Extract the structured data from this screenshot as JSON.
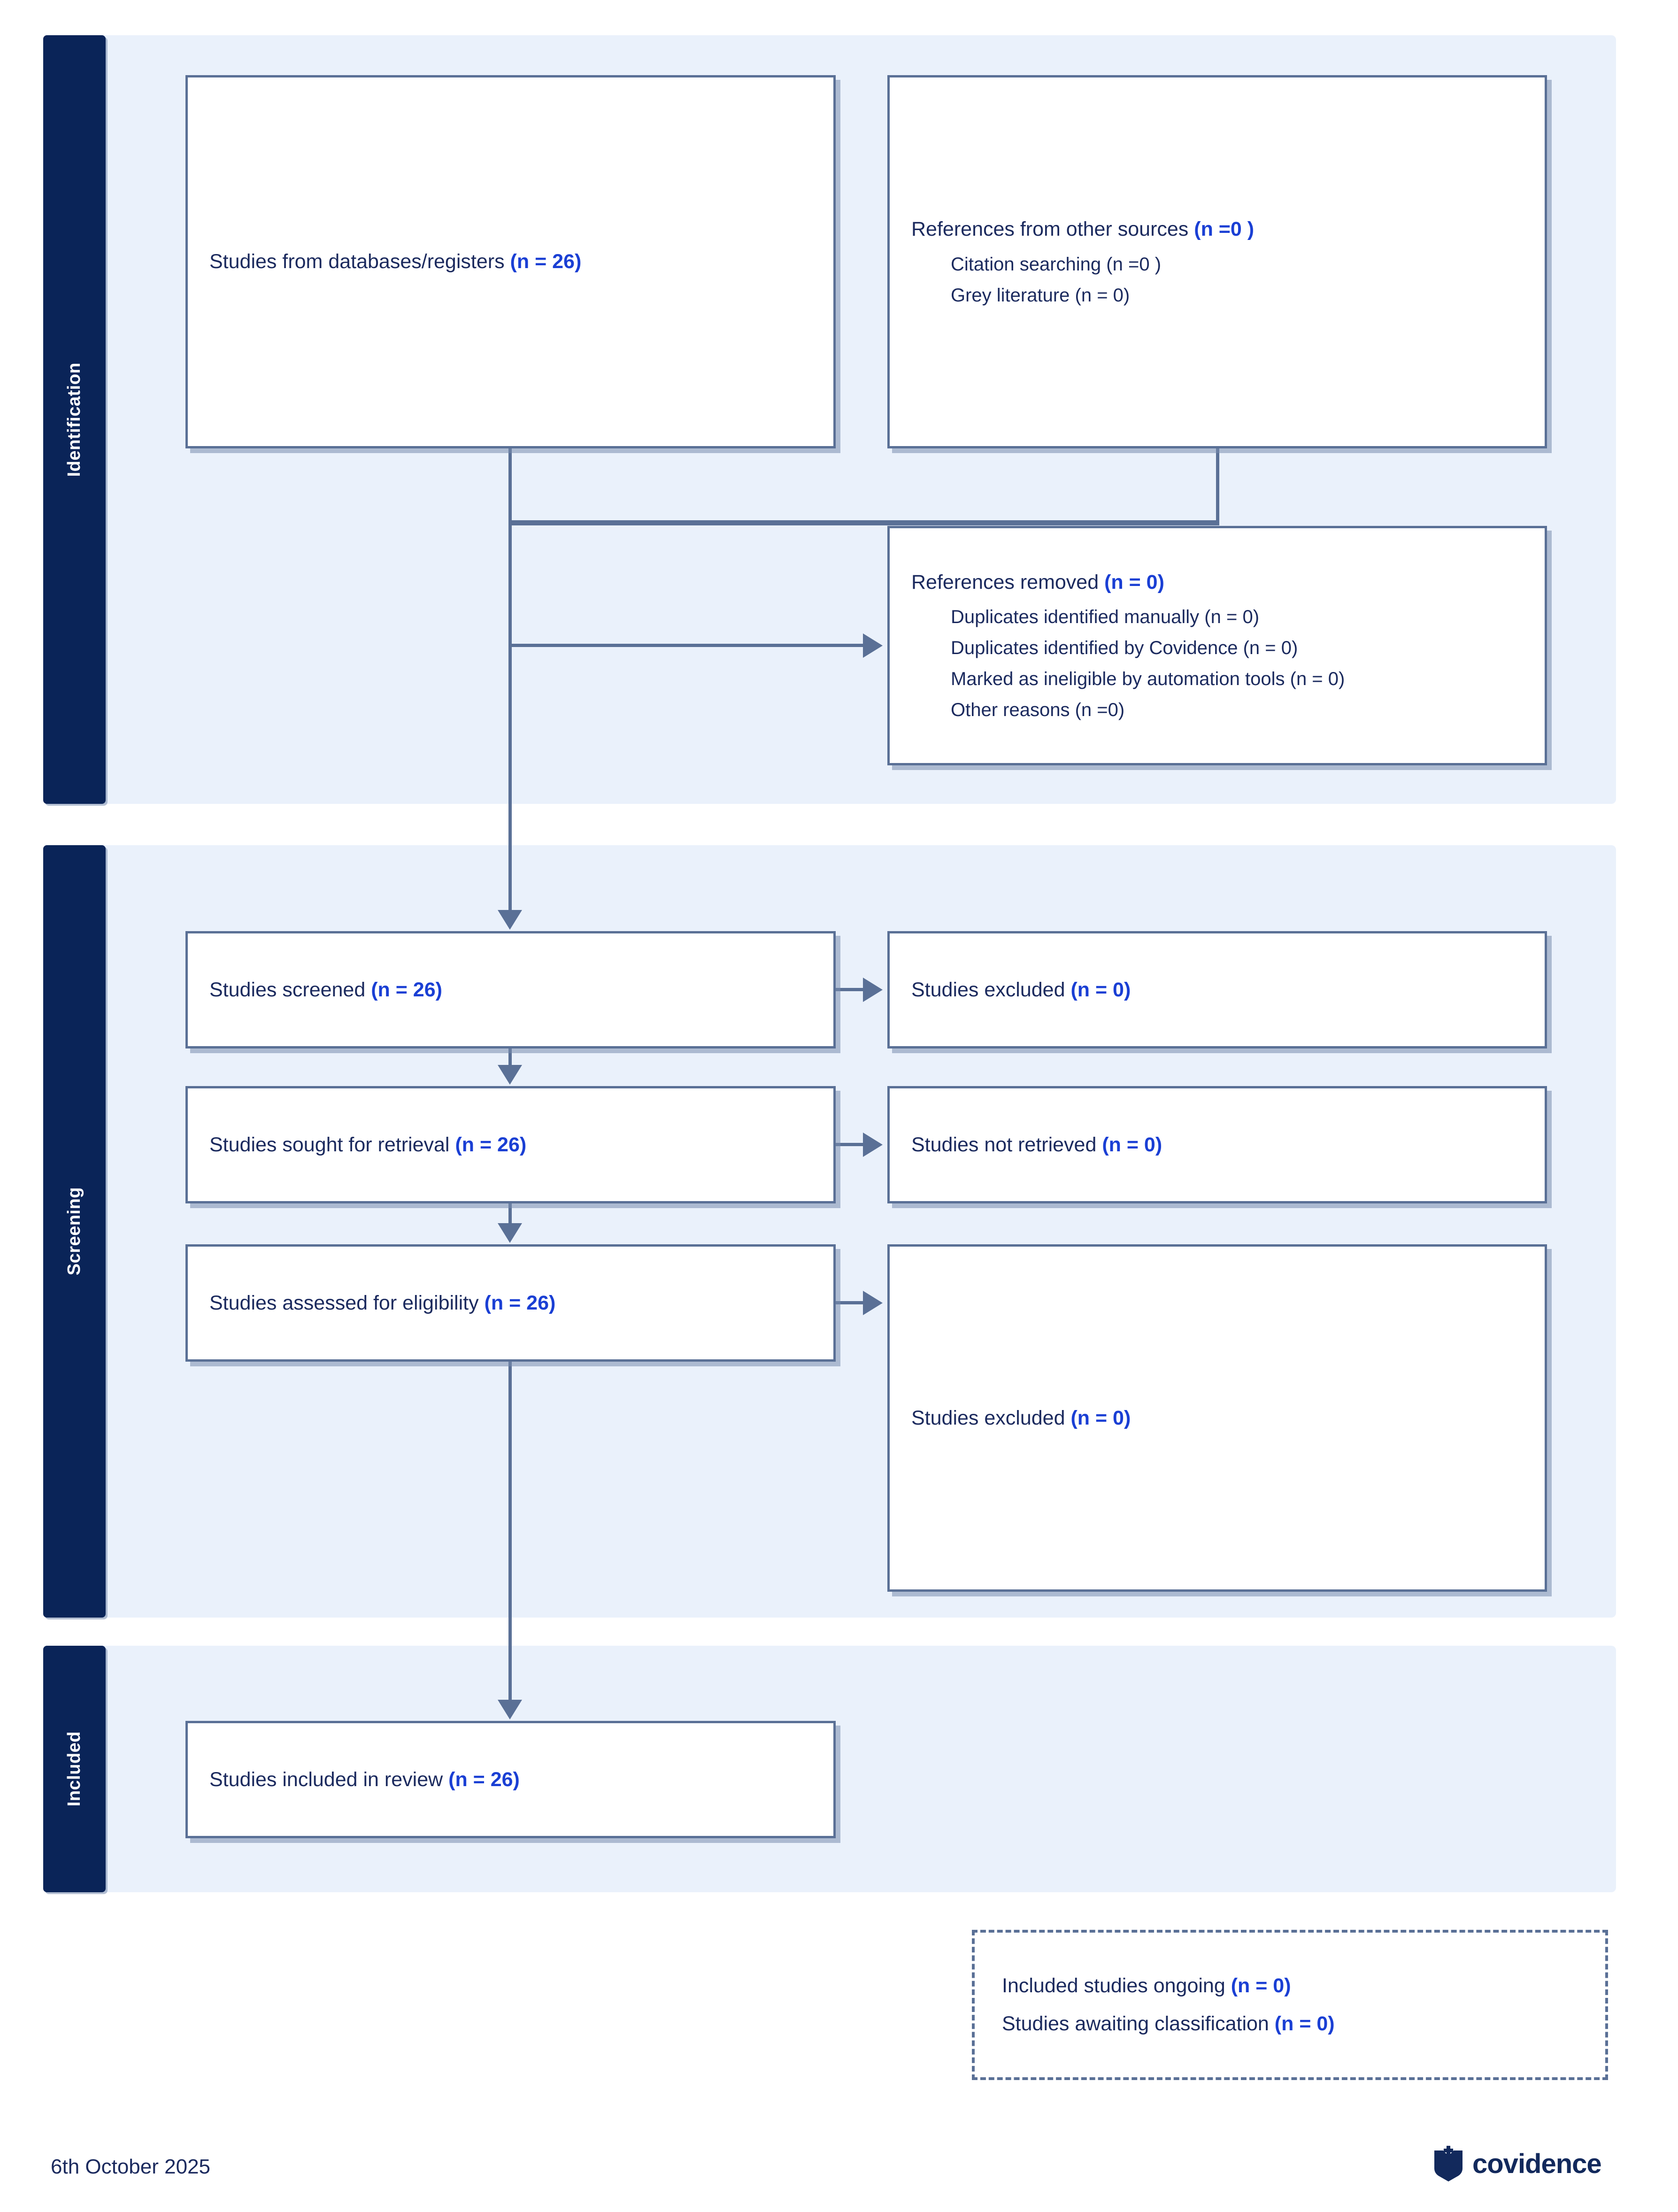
{
  "diagram": {
    "title": "PRISMA flow diagram",
    "sections": [
      {
        "key": "identification",
        "label": "Identification"
      },
      {
        "key": "screening",
        "label": "Screening"
      },
      {
        "key": "included",
        "label": "Included"
      }
    ],
    "colors": {
      "band_background": "#eaf1fb",
      "sidebar_navy": "#0a2458",
      "box_border": "#5a7096",
      "label_text": "#1b2a5e",
      "count_text": "#1a3fd4",
      "logo_navy": "#12295c"
    },
    "boxes": {
      "databases": {
        "label": "Studies from databases/registers ",
        "count": "(n = 26)"
      },
      "other_sources": {
        "label": "References from other sources ",
        "count": "(n =0 )",
        "sub": [
          "Citation searching (n =0 )",
          "Grey literature (n = 0)"
        ]
      },
      "references_removed": {
        "label": "References removed ",
        "count": "(n = 0)",
        "sub": [
          "Duplicates identified manually (n = 0)",
          "Duplicates identified by Covidence (n = 0)",
          "Marked as ineligible by automation tools (n = 0)",
          "Other reasons (n =0)"
        ]
      },
      "studies_screened": {
        "label": "Studies screened ",
        "count": "(n = 26)"
      },
      "studies_excluded_1": {
        "label": "Studies excluded ",
        "count": "(n = 0)"
      },
      "sought_for_retrieval": {
        "label": "Studies sought for retrieval ",
        "count": "(n = 26)"
      },
      "not_retrieved": {
        "label": "Studies not retrieved ",
        "count": "(n = 0)"
      },
      "assessed_eligibility": {
        "label": "Studies assessed for eligibility ",
        "count": "(n = 26)"
      },
      "studies_excluded_2": {
        "label": "Studies excluded ",
        "count": "(n = 0)"
      },
      "included_in_review": {
        "label": "Studies included in review ",
        "count": "(n = 26)"
      },
      "pending": {
        "lines": [
          {
            "label": "Included studies ongoing ",
            "count": "(n = 0)"
          },
          {
            "label": "Studies awaiting classification ",
            "count": "(n = 0)"
          }
        ]
      }
    }
  },
  "footer": {
    "date": "6th October 2025",
    "logo_text": "covidence",
    "logo_icon": "covidence-shield-icon"
  }
}
